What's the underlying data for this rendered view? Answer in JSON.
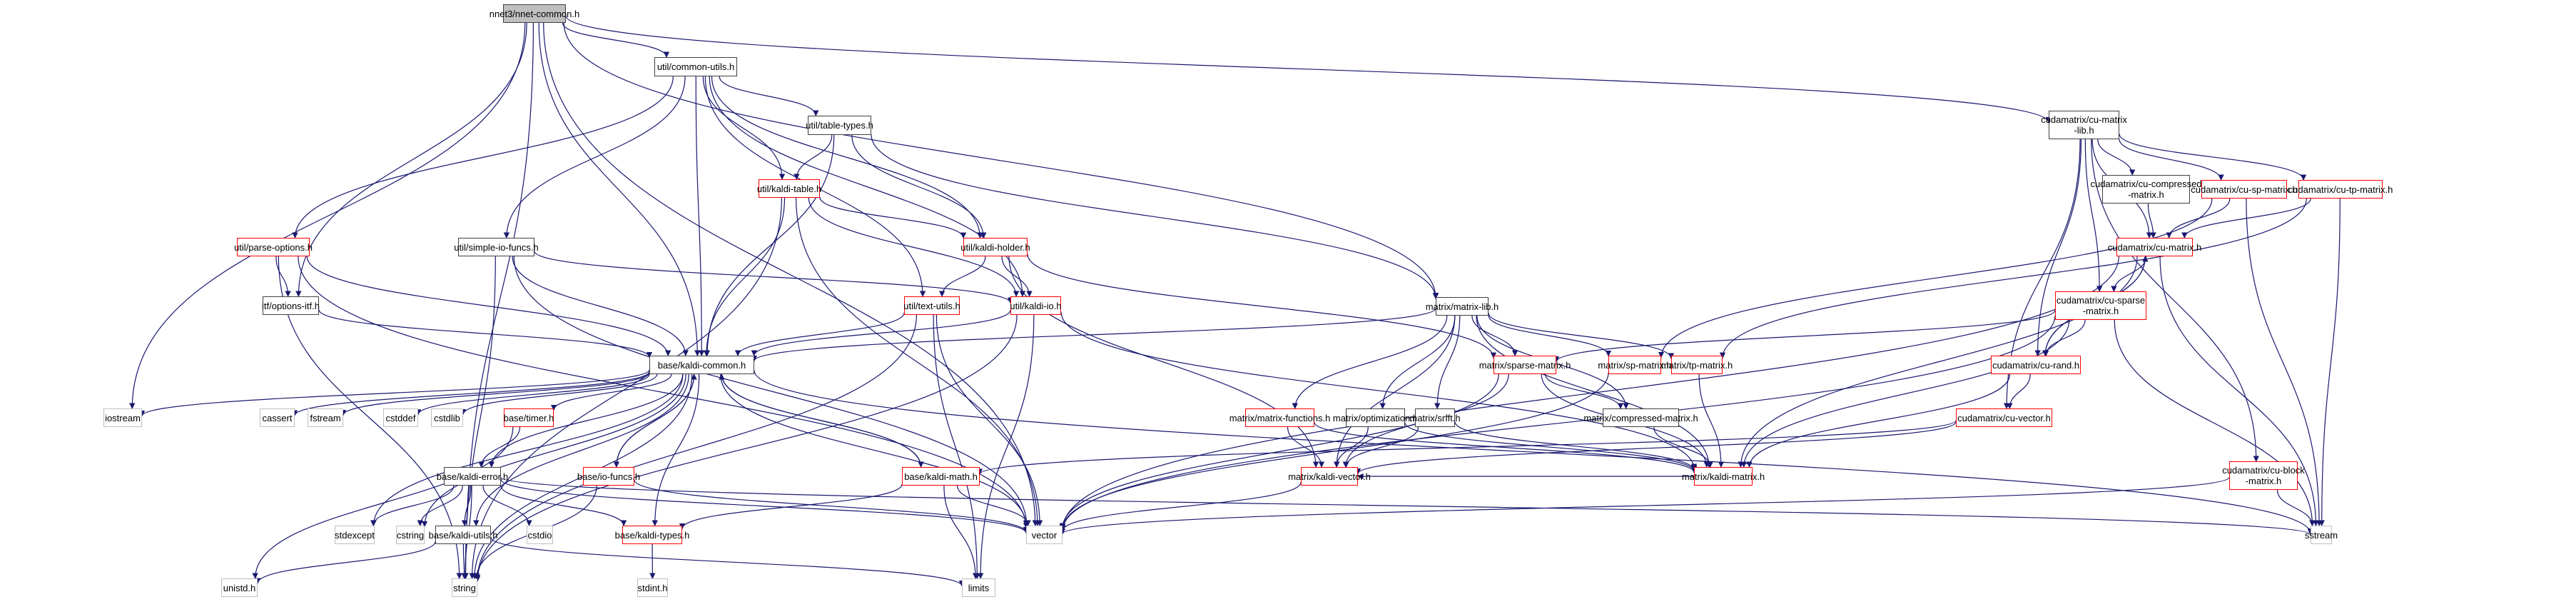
{
  "title": "nnet3/nnet-common.h include dependency graph",
  "colors": {
    "edge": "#191970",
    "root_fill": "#bfbfbf",
    "normal_border": "#404040",
    "truncated_border": "#ff0000",
    "system_border": "#bfbfbf"
  },
  "nodes": [
    {
      "id": "nnet_common",
      "label": "nnet3/nnet-common.h",
      "kind": "root"
    },
    {
      "id": "common_utils",
      "label": "util/common-utils.h",
      "kind": "normal"
    },
    {
      "id": "cu_matrix_lib",
      "label": "cudamatrix/cu-matrix\n-lib.h",
      "kind": "normal"
    },
    {
      "id": "table_types",
      "label": "util/table-types.h",
      "kind": "normal"
    },
    {
      "id": "kaldi_table",
      "label": "util/kaldi-table.h",
      "kind": "red"
    },
    {
      "id": "parse_options",
      "label": "util/parse-options.h",
      "kind": "red"
    },
    {
      "id": "simple_io",
      "label": "util/simple-io-funcs.h",
      "kind": "normal"
    },
    {
      "id": "kaldi_holder",
      "label": "util/kaldi-holder.h",
      "kind": "red"
    },
    {
      "id": "options_itf",
      "label": "itf/options-itf.h",
      "kind": "normal"
    },
    {
      "id": "text_utils",
      "label": "util/text-utils.h",
      "kind": "red"
    },
    {
      "id": "kaldi_io",
      "label": "util/kaldi-io.h",
      "kind": "red"
    },
    {
      "id": "matrix_lib",
      "label": "matrix/matrix-lib.h",
      "kind": "normal"
    },
    {
      "id": "cu_compressed",
      "label": "cudamatrix/cu-compressed\n-matrix.h",
      "kind": "normal"
    },
    {
      "id": "cu_sp_matrix",
      "label": "cudamatrix/cu-sp-matrix.h",
      "kind": "red"
    },
    {
      "id": "cu_tp_matrix",
      "label": "cudamatrix/cu-tp-matrix.h",
      "kind": "red"
    },
    {
      "id": "cu_matrix",
      "label": "cudamatrix/cu-matrix.h",
      "kind": "red"
    },
    {
      "id": "cu_sparse",
      "label": "cudamatrix/cu-sparse\n-matrix.h",
      "kind": "red"
    },
    {
      "id": "kaldi_common",
      "label": "base/kaldi-common.h",
      "kind": "normal"
    },
    {
      "id": "sparse_matrix",
      "label": "matrix/sparse-matrix.h",
      "kind": "red"
    },
    {
      "id": "sp_matrix",
      "label": "matrix/sp-matrix.h",
      "kind": "red"
    },
    {
      "id": "tp_matrix",
      "label": "matrix/tp-matrix.h",
      "kind": "red"
    },
    {
      "id": "cu_rand",
      "label": "cudamatrix/cu-rand.h",
      "kind": "red"
    },
    {
      "id": "iostream",
      "label": "iostream",
      "kind": "system"
    },
    {
      "id": "cassert",
      "label": "cassert",
      "kind": "system"
    },
    {
      "id": "fstream",
      "label": "fstream",
      "kind": "system"
    },
    {
      "id": "cstddef",
      "label": "cstddef",
      "kind": "system"
    },
    {
      "id": "cstdlib",
      "label": "cstdlib",
      "kind": "system"
    },
    {
      "id": "timer",
      "label": "base/timer.h",
      "kind": "red"
    },
    {
      "id": "matrix_functions",
      "label": "matrix/matrix-functions.h",
      "kind": "red"
    },
    {
      "id": "optimization",
      "label": "matrix/optimization.h",
      "kind": "normal"
    },
    {
      "id": "srfft",
      "label": "matrix/srfft.h",
      "kind": "normal"
    },
    {
      "id": "compressed_matrix",
      "label": "matrix/compressed-matrix.h",
      "kind": "normal"
    },
    {
      "id": "cu_vector",
      "label": "cudamatrix/cu-vector.h",
      "kind": "red"
    },
    {
      "id": "kaldi_error",
      "label": "base/kaldi-error.h",
      "kind": "normal"
    },
    {
      "id": "io_funcs",
      "label": "base/io-funcs.h",
      "kind": "red"
    },
    {
      "id": "kaldi_math",
      "label": "base/kaldi-math.h",
      "kind": "red"
    },
    {
      "id": "kaldi_vector",
      "label": "matrix/kaldi-vector.h",
      "kind": "red"
    },
    {
      "id": "kaldi_matrix",
      "label": "matrix/kaldi-matrix.h",
      "kind": "red"
    },
    {
      "id": "cu_block",
      "label": "cudamatrix/cu-block\n-matrix.h",
      "kind": "red"
    },
    {
      "id": "stdexcept",
      "label": "stdexcept",
      "kind": "system"
    },
    {
      "id": "cstring",
      "label": "cstring",
      "kind": "system"
    },
    {
      "id": "kaldi_utils",
      "label": "base/kaldi-utils.h",
      "kind": "normal"
    },
    {
      "id": "cstdio",
      "label": "cstdio",
      "kind": "system"
    },
    {
      "id": "kaldi_types",
      "label": "base/kaldi-types.h",
      "kind": "red"
    },
    {
      "id": "vector",
      "label": "vector",
      "kind": "system"
    },
    {
      "id": "sstream",
      "label": "sstream",
      "kind": "system"
    },
    {
      "id": "unistd",
      "label": "unistd.h",
      "kind": "system"
    },
    {
      "id": "string",
      "label": "string",
      "kind": "system"
    },
    {
      "id": "stdint",
      "label": "stdint.h",
      "kind": "system"
    },
    {
      "id": "limits",
      "label": "limits",
      "kind": "system"
    }
  ],
  "edges": [
    [
      "nnet_common",
      "common_utils"
    ],
    [
      "nnet_common",
      "cu_matrix_lib"
    ],
    [
      "nnet_common",
      "kaldi_common"
    ],
    [
      "nnet_common",
      "options_itf"
    ],
    [
      "nnet_common",
      "iostream"
    ],
    [
      "nnet_common",
      "matrix_lib"
    ],
    [
      "nnet_common",
      "string"
    ],
    [
      "nnet_common",
      "vector"
    ],
    [
      "common_utils",
      "table_types"
    ],
    [
      "common_utils",
      "kaldi_table"
    ],
    [
      "common_utils",
      "parse_options"
    ],
    [
      "common_utils",
      "simple_io"
    ],
    [
      "common_utils",
      "kaldi_holder"
    ],
    [
      "common_utils",
      "text_utils"
    ],
    [
      "common_utils",
      "kaldi_io"
    ],
    [
      "common_utils",
      "kaldi_common"
    ],
    [
      "table_types",
      "kaldi_table"
    ],
    [
      "table_types",
      "kaldi_holder"
    ],
    [
      "table_types",
      "matrix_lib"
    ],
    [
      "table_types",
      "kaldi_common"
    ],
    [
      "kaldi_table",
      "kaldi_holder"
    ],
    [
      "kaldi_table",
      "kaldi_io"
    ],
    [
      "kaldi_table",
      "kaldi_common"
    ],
    [
      "kaldi_table",
      "vector"
    ],
    [
      "kaldi_table",
      "string"
    ],
    [
      "parse_options",
      "options_itf"
    ],
    [
      "parse_options",
      "kaldi_common"
    ],
    [
      "parse_options",
      "string"
    ],
    [
      "parse_options",
      "vector"
    ],
    [
      "simple_io",
      "kaldi_io"
    ],
    [
      "simple_io",
      "kaldi_common"
    ],
    [
      "simple_io",
      "string"
    ],
    [
      "simple_io",
      "vector"
    ],
    [
      "kaldi_holder",
      "text_utils"
    ],
    [
      "kaldi_holder",
      "kaldi_io"
    ],
    [
      "kaldi_holder",
      "sparse_matrix"
    ],
    [
      "kaldi_holder",
      "kaldi_vector"
    ],
    [
      "options_itf",
      "kaldi_common"
    ],
    [
      "text_utils",
      "kaldi_common"
    ],
    [
      "text_utils",
      "vector"
    ],
    [
      "text_utils",
      "string"
    ],
    [
      "text_utils",
      "limits"
    ],
    [
      "kaldi_io",
      "kaldi_common"
    ],
    [
      "kaldi_io",
      "kaldi_matrix"
    ],
    [
      "kaldi_io",
      "limits"
    ],
    [
      "kaldi_io",
      "string"
    ],
    [
      "matrix_lib",
      "kaldi_common"
    ],
    [
      "matrix_lib",
      "sparse_matrix"
    ],
    [
      "matrix_lib",
      "sp_matrix"
    ],
    [
      "matrix_lib",
      "tp_matrix"
    ],
    [
      "matrix_lib",
      "matrix_functions"
    ],
    [
      "matrix_lib",
      "optimization"
    ],
    [
      "matrix_lib",
      "srfft"
    ],
    [
      "matrix_lib",
      "compressed_matrix"
    ],
    [
      "matrix_lib",
      "kaldi_vector"
    ],
    [
      "matrix_lib",
      "kaldi_matrix"
    ],
    [
      "cu_matrix_lib",
      "cu_compressed"
    ],
    [
      "cu_matrix_lib",
      "cu_sp_matrix"
    ],
    [
      "cu_matrix_lib",
      "cu_tp_matrix"
    ],
    [
      "cu_matrix_lib",
      "cu_matrix"
    ],
    [
      "cu_matrix_lib",
      "cu_sparse"
    ],
    [
      "cu_matrix_lib",
      "cu_rand"
    ],
    [
      "cu_matrix_lib",
      "cu_vector"
    ],
    [
      "cu_matrix_lib",
      "cu_block"
    ],
    [
      "cu_compressed",
      "cu_matrix"
    ],
    [
      "cu_sp_matrix",
      "cu_matrix"
    ],
    [
      "cu_sp_matrix",
      "sp_matrix"
    ],
    [
      "cu_sp_matrix",
      "sstream"
    ],
    [
      "cu_tp_matrix",
      "cu_matrix"
    ],
    [
      "cu_tp_matrix",
      "tp_matrix"
    ],
    [
      "cu_tp_matrix",
      "sstream"
    ],
    [
      "cu_matrix",
      "cu_sparse"
    ],
    [
      "cu_matrix",
      "cu_rand"
    ],
    [
      "cu_matrix",
      "kaldi_matrix"
    ],
    [
      "cu_matrix",
      "sstream"
    ],
    [
      "cu_matrix",
      "vector"
    ],
    [
      "cu_sparse",
      "cu_rand"
    ],
    [
      "cu_sparse",
      "sparse_matrix"
    ],
    [
      "cu_sparse",
      "kaldi_matrix"
    ],
    [
      "cu_sparse",
      "vector"
    ],
    [
      "cu_sparse",
      "sstream"
    ],
    [
      "cu_rand",
      "cu_vector"
    ],
    [
      "cu_rand",
      "cu_matrix"
    ],
    [
      "cu_rand",
      "kaldi_matrix"
    ],
    [
      "cu_vector",
      "kaldi_vector"
    ],
    [
      "cu_vector",
      "kaldi_math"
    ],
    [
      "cu_block",
      "vector"
    ],
    [
      "cu_block",
      "sstream"
    ],
    [
      "sparse_matrix",
      "kaldi_vector"
    ],
    [
      "sparse_matrix",
      "kaldi_matrix"
    ],
    [
      "sparse_matrix",
      "compressed_matrix"
    ],
    [
      "sparse_matrix",
      "vector"
    ],
    [
      "sp_matrix",
      "vector"
    ],
    [
      "tp_matrix",
      "kaldi_matrix"
    ],
    [
      "matrix_functions",
      "kaldi_vector"
    ],
    [
      "matrix_functions",
      "kaldi_matrix"
    ],
    [
      "optimization",
      "kaldi_vector"
    ],
    [
      "optimization",
      "kaldi_matrix"
    ],
    [
      "srfft",
      "kaldi_vector"
    ],
    [
      "srfft",
      "kaldi_matrix"
    ],
    [
      "compressed_matrix",
      "kaldi_matrix"
    ],
    [
      "kaldi_common",
      "iostream"
    ],
    [
      "kaldi_common",
      "cassert"
    ],
    [
      "kaldi_common",
      "fstream"
    ],
    [
      "kaldi_common",
      "cstddef"
    ],
    [
      "kaldi_common",
      "cstdlib"
    ],
    [
      "kaldi_common",
      "timer"
    ],
    [
      "kaldi_common",
      "kaldi_error"
    ],
    [
      "kaldi_common",
      "io_funcs"
    ],
    [
      "kaldi_common",
      "kaldi_math"
    ],
    [
      "kaldi_common",
      "kaldi_types"
    ],
    [
      "kaldi_common",
      "kaldi_utils"
    ],
    [
      "kaldi_common",
      "stdexcept"
    ],
    [
      "kaldi_common",
      "cstring"
    ],
    [
      "kaldi_common",
      "string"
    ],
    [
      "kaldi_common",
      "vector"
    ],
    [
      "kaldi_common",
      "sstream"
    ],
    [
      "timer",
      "kaldi_error"
    ],
    [
      "timer",
      "unistd"
    ],
    [
      "kaldi_error",
      "stdexcept"
    ],
    [
      "kaldi_error",
      "cstring"
    ],
    [
      "kaldi_error",
      "kaldi_utils"
    ],
    [
      "kaldi_error",
      "cstdio"
    ],
    [
      "kaldi_error",
      "kaldi_types"
    ],
    [
      "kaldi_error",
      "string"
    ],
    [
      "kaldi_error",
      "vector"
    ],
    [
      "kaldi_error",
      "sstream"
    ],
    [
      "io_funcs",
      "kaldi_common"
    ],
    [
      "io_funcs",
      "string"
    ],
    [
      "io_funcs",
      "vector"
    ],
    [
      "kaldi_math",
      "kaldi_common"
    ],
    [
      "kaldi_math",
      "kaldi_types"
    ],
    [
      "kaldi_math",
      "vector"
    ],
    [
      "kaldi_math",
      "limits"
    ],
    [
      "kaldi_utils",
      "string"
    ],
    [
      "kaldi_utils",
      "unistd"
    ],
    [
      "kaldi_utils",
      "limits"
    ],
    [
      "kaldi_types",
      "stdint"
    ],
    [
      "kaldi_vector",
      "vector"
    ],
    [
      "kaldi_matrix",
      "kaldi_vector"
    ]
  ]
}
